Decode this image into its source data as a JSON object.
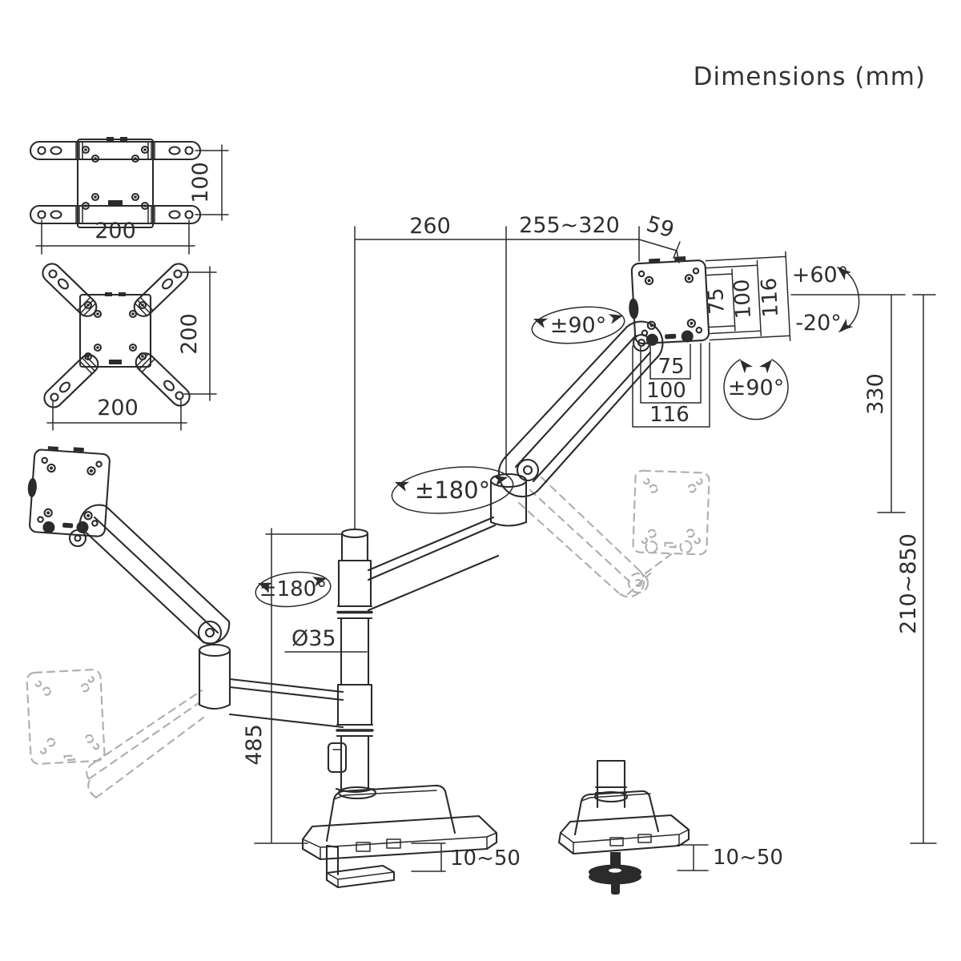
{
  "title": "Dimensions (mm)",
  "dims": {
    "adapter1_height": "100",
    "adapter1_width": "200",
    "adapter2_height": "200",
    "adapter2_width": "200",
    "arm_front": "260",
    "arm_gas": "255~320",
    "head_offset": "59",
    "vesa_side_75": "75",
    "vesa_side_100": "100",
    "vesa_side_116": "116",
    "vesa_bottom_75": "75",
    "vesa_bottom_100": "100",
    "vesa_bottom_116": "116",
    "tilt_up": "+60°",
    "tilt_down": "-20°",
    "rotation_head": "±90°",
    "swivel_arm": "±90°",
    "swivel_elbow": "±180°",
    "swivel_pole": "±180°",
    "pole_diameter": "Ø35",
    "pole_height": "485",
    "lift": "330",
    "height_range": "210~850",
    "clamp_left": "10~50",
    "clamp_right": "10~50"
  }
}
